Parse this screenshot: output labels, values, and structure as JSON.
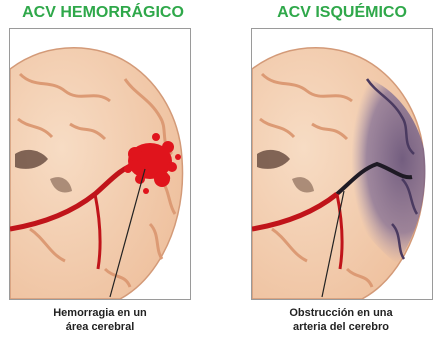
{
  "left": {
    "title": "ACV HEMORRÁGICO",
    "caption_line1": "Hemorragia en un",
    "caption_line2": "área cerebral"
  },
  "right": {
    "title": "ACV ISQUÉMICO",
    "caption_line1": "Obstrucción en una",
    "caption_line2": "arteria del cerebro"
  },
  "colors": {
    "title": "#2fa84a",
    "brain": "#f3c9a8",
    "gyri": "#e7aa84",
    "artery": "#c0141a",
    "bleed": "#e0141c",
    "ischemia": "#6e5a86"
  }
}
